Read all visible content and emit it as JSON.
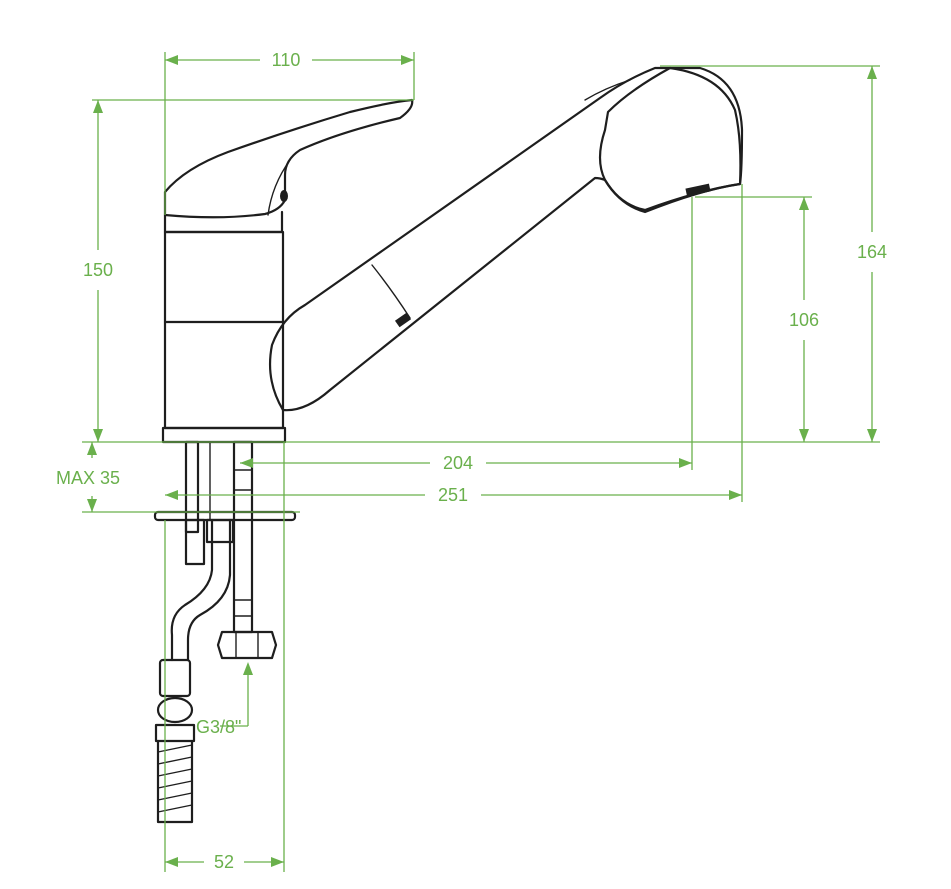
{
  "dimensions": {
    "width_top": "110",
    "height_lever": "150",
    "height_total": "164",
    "height_spout": "106",
    "reach_spout": "204",
    "reach_total": "251",
    "max_thickness": "MAX 35",
    "thread": "G3/8\"",
    "base_width": "52"
  },
  "colors": {
    "dimension_line": "#6ab04c",
    "outline": "#1e1e1e",
    "background": "#ffffff"
  }
}
